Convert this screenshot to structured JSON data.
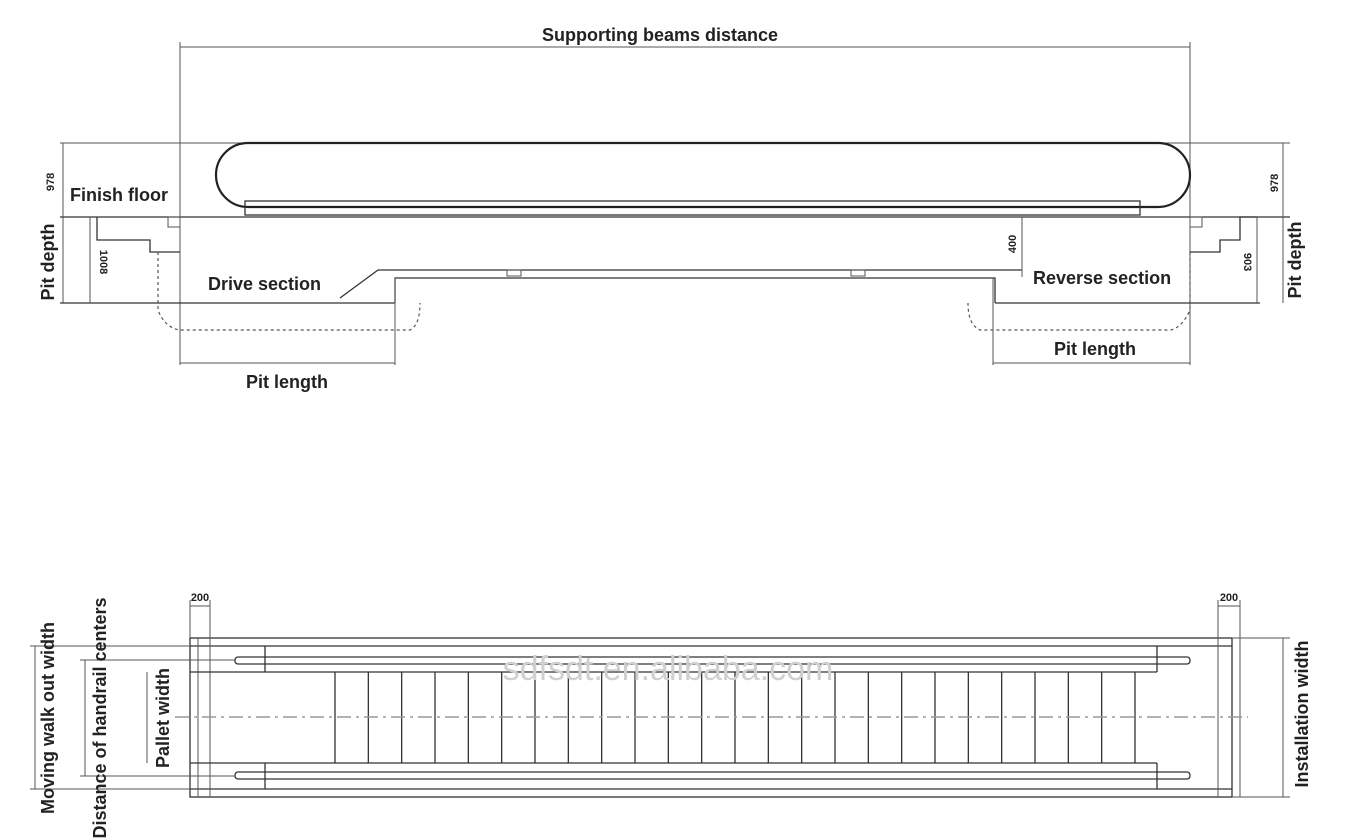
{
  "elevation": {
    "supporting_beams_distance": "Supporting beams distance",
    "finish_floor": "Finish floor",
    "pit_depth_left": "Pit depth",
    "pit_depth_right": "Pit depth",
    "drive_section": "Drive section",
    "reverse_section": "Reverse section",
    "pit_length_left": "Pit length",
    "pit_length_right": "Pit length",
    "dim_978_left": "978",
    "dim_978_right": "978",
    "dim_1008": "1008",
    "dim_903": "903",
    "dim_400": "400"
  },
  "plan": {
    "moving_walk_out_width": "Moving walk out width",
    "handrail_centers": "Distance of handrail centers",
    "pallet_width": "Pallet width",
    "installation_width": "Installation width",
    "dim_200_left": "200",
    "dim_200_right": "200",
    "pallet_count": 25
  },
  "watermark": "sdfsdt.en.alibaba.com"
}
